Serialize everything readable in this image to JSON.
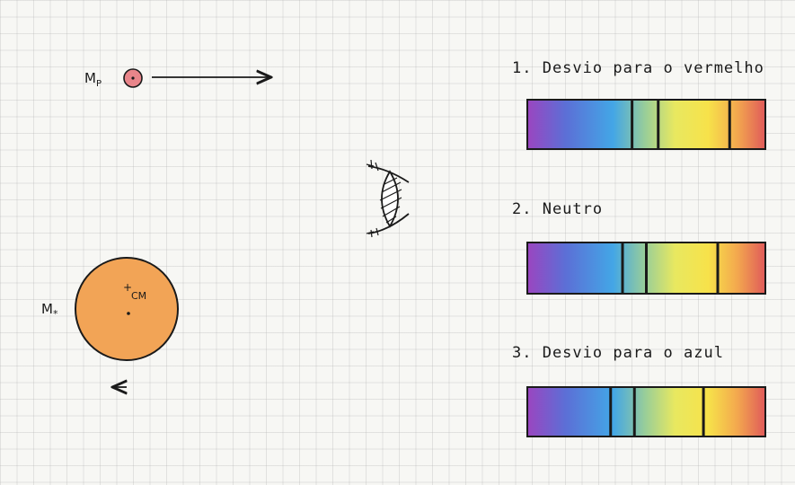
{
  "planet": {
    "label_main": "M",
    "label_sub": "P",
    "fill_color": "#e9858a"
  },
  "star": {
    "label_main": "M",
    "label_sub": "*",
    "fill_color": "#f2a456",
    "cm_label": "CM"
  },
  "observer": {
    "icon": "eye-icon"
  },
  "spectra": [
    {
      "label": "1. Desvio para o vermelho",
      "lines_fraction": [
        0.44,
        0.55,
        0.85
      ]
    },
    {
      "label": "2. Neutro",
      "lines_fraction": [
        0.4,
        0.5,
        0.8
      ]
    },
    {
      "label": "3. Desvio para o azul",
      "lines_fraction": [
        0.35,
        0.45,
        0.74
      ]
    }
  ],
  "colors": {
    "ink": "#1a1a1a",
    "spectrum": [
      "#9b45c0",
      "#5c6fd6",
      "#43a6e6",
      "#9ccf96",
      "#e8e860",
      "#f7e24a",
      "#f3a94e",
      "#e05a5a"
    ]
  }
}
